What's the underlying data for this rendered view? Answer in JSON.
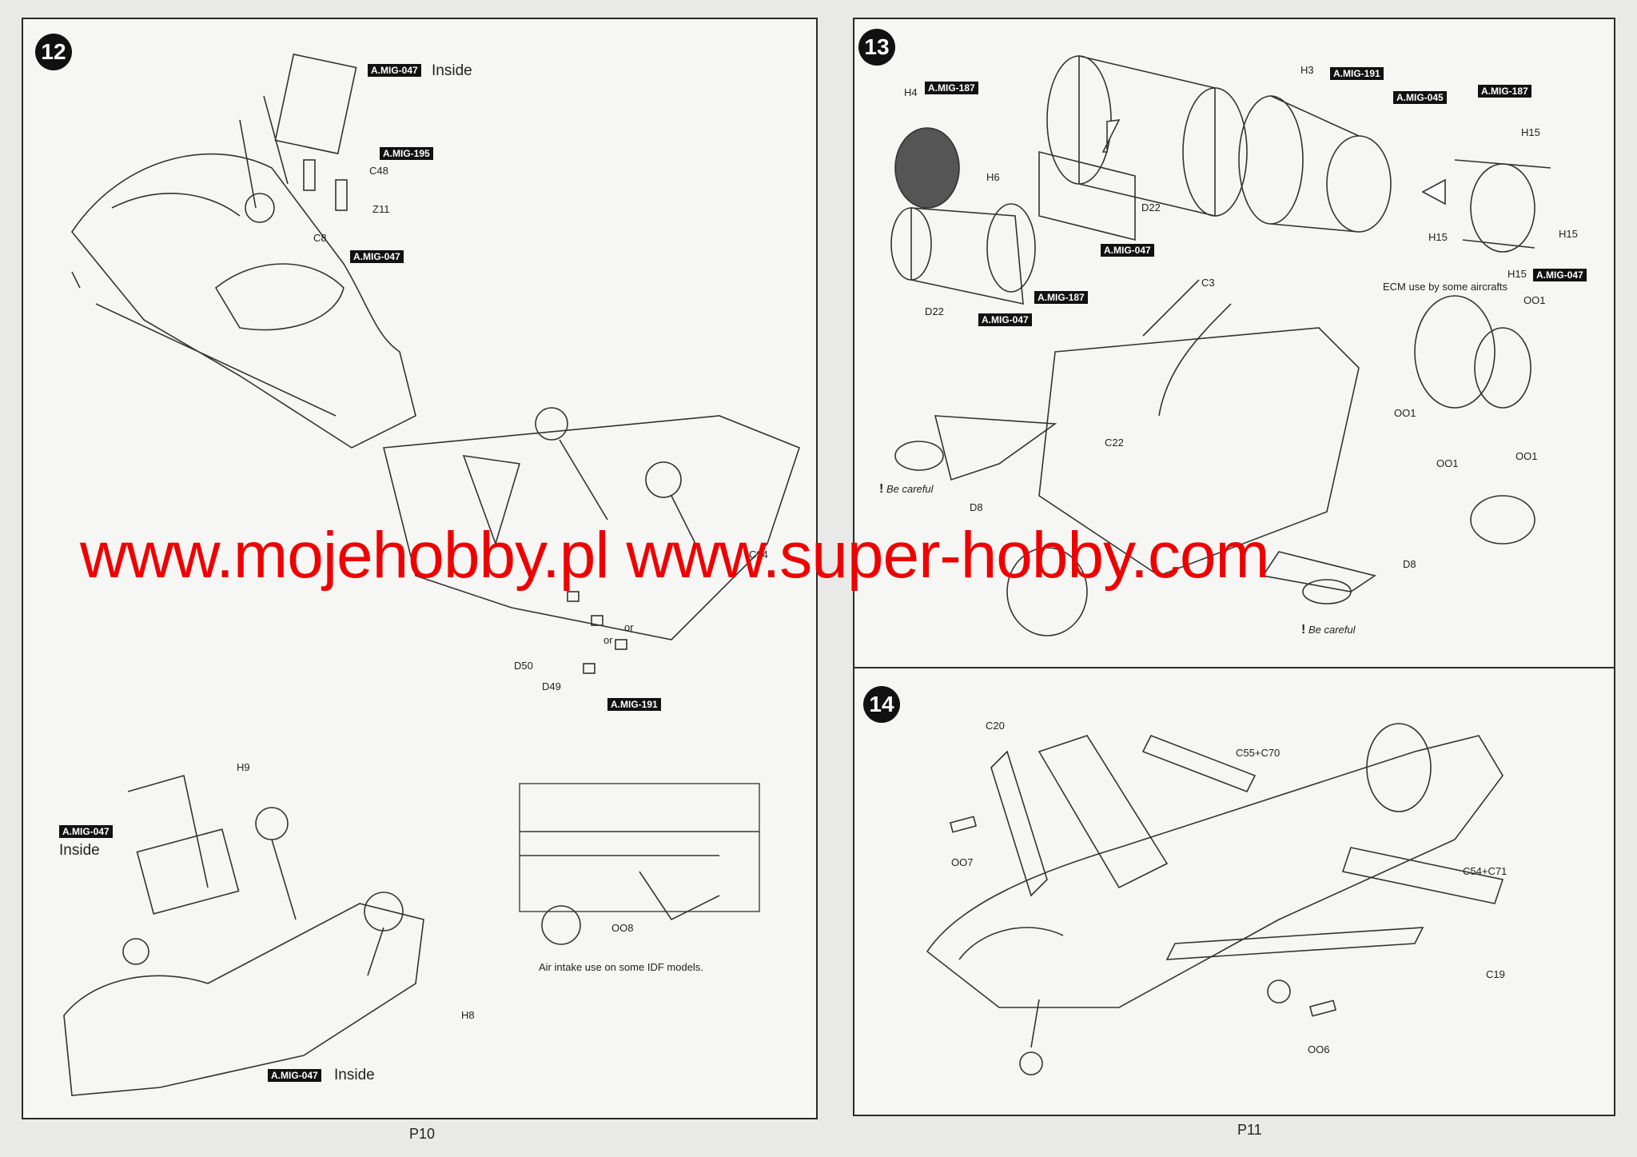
{
  "step12": {
    "number": "12",
    "labels": {
      "mig047_a": "A.MIG-047",
      "inside_a": "Inside",
      "mig195": "A.MIG-195",
      "c48": "C48",
      "z11": "Z11",
      "c8": "C8",
      "mig047_b": "A.MIG-047",
      "c34": "C34",
      "or1": "or",
      "or2": "or",
      "d50": "D50",
      "d49": "D49",
      "mig191": "A.MIG-191",
      "h9": "H9",
      "mig047_c": "A.MIG-047",
      "inside_c": "Inside",
      "h8": "H8",
      "mig047_d": "A.MIG-047",
      "inside_d": "Inside",
      "oo8": "OO8",
      "intake_note": "Air intake use on some IDF models."
    }
  },
  "step13": {
    "number": "13",
    "labels": {
      "h4": "H4",
      "mig187_a": "A.MIG-187",
      "h3": "H3",
      "mig191": "A.MIG-191",
      "mig045": "A.MIG-045",
      "mig187_b": "A.MIG-187",
      "h15_a": "H15",
      "h15_b": "H15",
      "h15_c": "H15",
      "h15_d": "H15",
      "mig047_a": "A.MIG-047",
      "h6": "H6",
      "d22_a": "D22",
      "mig047_b": "A.MIG-047",
      "mig187_c": "A.MIG-187",
      "d22_b": "D22",
      "mig047_c": "A.MIG-047",
      "ecm_note": "ECM use by some aircrafts",
      "oo1_a": "OO1",
      "oo1_b": "OO1",
      "oo1_c": "OO1",
      "oo1_d": "OO1",
      "c3": "C3",
      "c22": "C22",
      "d8_a": "D8",
      "d8_b": "D8",
      "careful_a": "Be careful",
      "careful_b": "Be careful"
    }
  },
  "step14": {
    "number": "14",
    "labels": {
      "c20": "C20",
      "c55c70": "C55+C70",
      "oo7": "OO7",
      "c54c71": "C54+C71",
      "c19": "C19",
      "oo6": "OO6"
    }
  },
  "footer": {
    "left_page": "P10",
    "right_page": "P11"
  },
  "watermark": "www.mojehobby.pl www.super-hobby.com",
  "colors": {
    "watermark": "#ee0000",
    "ink": "#222222",
    "paper": "#f6f6f4"
  }
}
